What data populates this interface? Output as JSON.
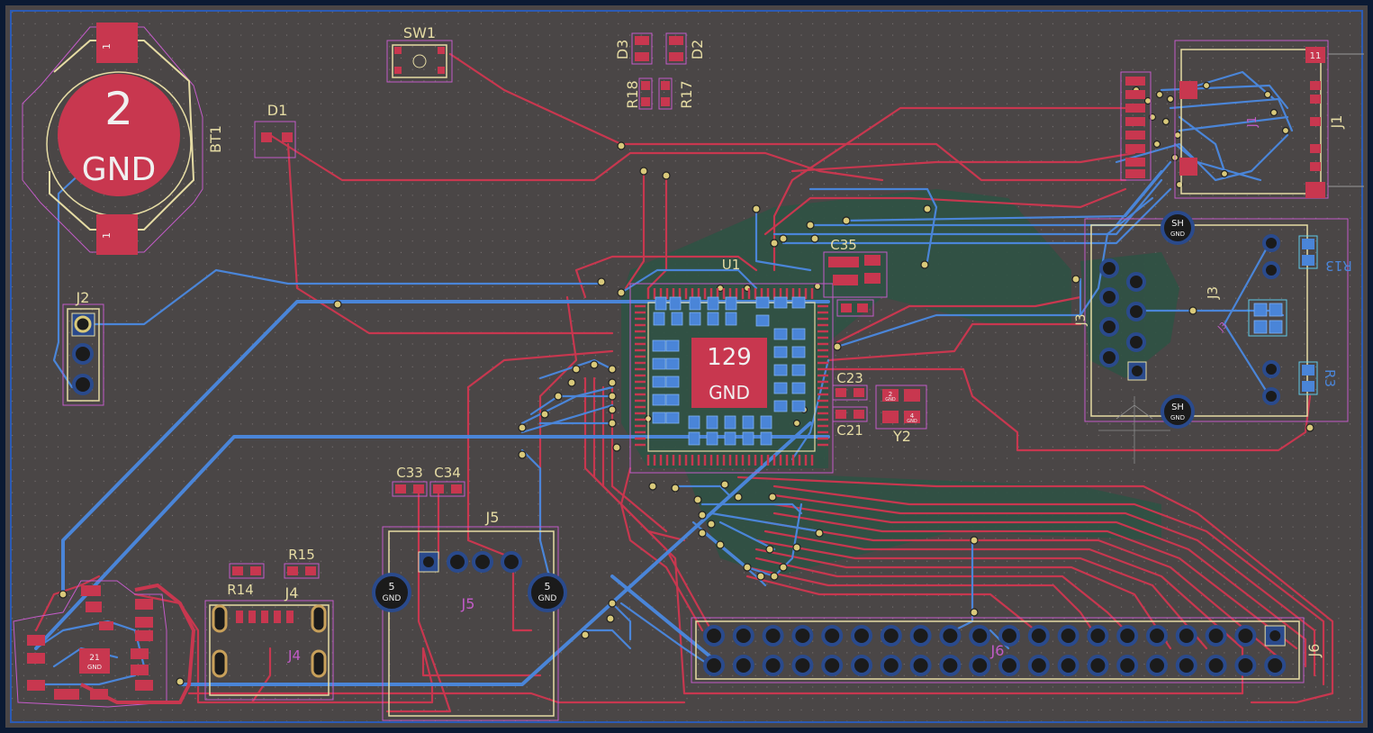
{
  "colors": {
    "board_bg": "#4a4646",
    "outer_bg": "#0b1a33",
    "edge": "#2b5bb5",
    "front_copper": "#c8374f",
    "back_copper": "#4a85d8",
    "silk": "#e6dca4",
    "courtyard": "#c35bc8",
    "pad": "#c8374f",
    "pad_label": "#f0f0f0",
    "zone": "#2e5a4a"
  },
  "refs": {
    "sw1": "SW1",
    "d3": "D3",
    "d2": "D2",
    "r18": "R18",
    "r17": "R17",
    "bt1": "BT1",
    "d1": "D1",
    "j1": "J1",
    "j1_fab": "J1",
    "j2": "J2",
    "u1": "U1",
    "c35": "C35",
    "c23": "C23",
    "c21": "C21",
    "y2": "Y2",
    "j3": "J3",
    "j3_fab": "J3",
    "j3_fab2": "J3",
    "r13": "R13",
    "r3": "R3",
    "c33": "C33",
    "c34": "C34",
    "j5": "J5",
    "j5_fab": "J5",
    "r15": "R15",
    "r14": "R14",
    "j4": "J4",
    "j4_fab": "J4",
    "j6": "J6",
    "j6_fab": "J6"
  },
  "pads": {
    "bt1_num": "2",
    "bt1_net": "GND",
    "bt1_small_1": "1",
    "bt1_small_2": "1",
    "u1_num": "129",
    "u1_net": "GND",
    "j5_left_num": "5",
    "j5_left_net": "GND",
    "j5_right_num": "5",
    "j5_right_net": "GND",
    "j3_sh1": "SH",
    "j3_sh1_net": "GND",
    "j3_sh2": "SH",
    "j3_sh2_net": "GND",
    "j1_pin": "11",
    "y2_pad2": "2",
    "y2_pad2_net": "GND",
    "y2_pad4": "4",
    "y2_pad4_net": "GND",
    "ic_pin21": "21",
    "ic_pin21_net": "GND"
  }
}
